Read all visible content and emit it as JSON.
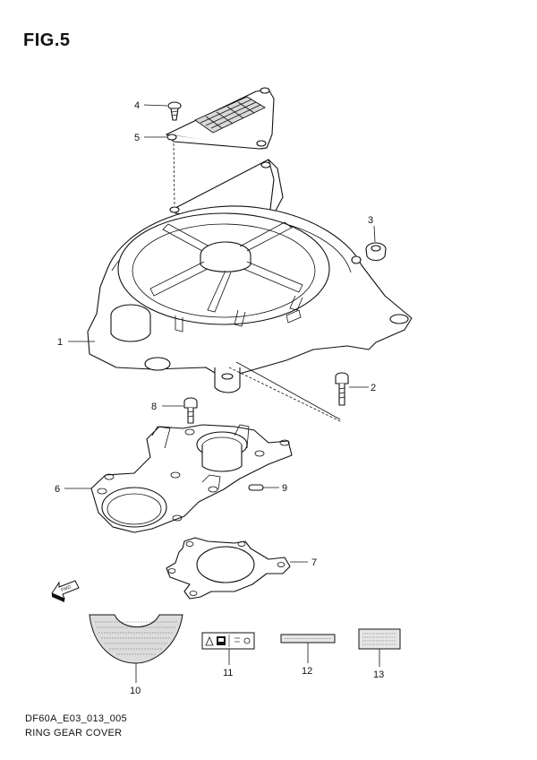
{
  "figure_title": "FIG.5",
  "callouts": {
    "c1": "1",
    "c2": "2",
    "c3": "3",
    "c4": "4",
    "c5": "5",
    "c6": "6",
    "c7": "7",
    "c8": "8",
    "c9": "9",
    "c10": "10",
    "c11": "11",
    "c12": "12",
    "c13": "13"
  },
  "fwd_label": "FWD",
  "footer": {
    "code": "DF60A_E03_013_005",
    "name": "RING GEAR COVER"
  }
}
